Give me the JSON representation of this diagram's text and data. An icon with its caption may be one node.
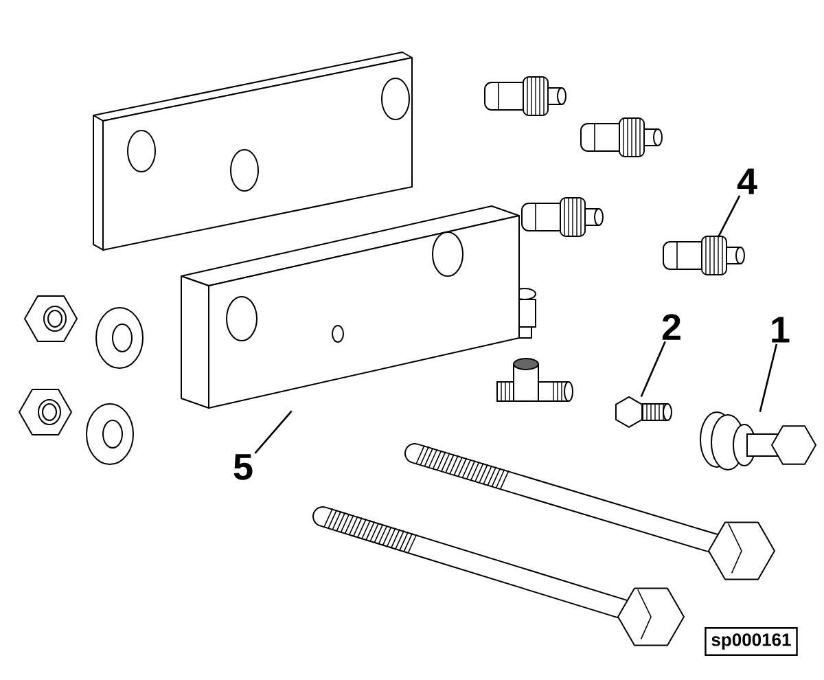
{
  "diagram": {
    "nodes": [
      {
        "text": [
          "4"
        ]
      },
      {
        "text": [],
        "shape": "picture"
      },
      {
        "text": [
          "2"
        ]
      },
      {
        "text": [],
        "shape": "picture"
      },
      {
        "text": [
          "1"
        ]
      },
      {
        "text": [],
        "shape": "picture"
      },
      {
        "text": [
          "5"
        ]
      },
      {
        "text": [],
        "shape": "picture"
      }
    ],
    "edges": [
      {
        "from": 0,
        "to": 1,
        "arrow": "none"
      },
      {
        "from": 2,
        "to": 3,
        "arrow": "none"
      },
      {
        "from": 4,
        "to": 5,
        "arrow": "none"
      },
      {
        "from": 6,
        "to": 7,
        "arrow": "none"
      }
    ],
    "labels": [
      "sp000161"
    ]
  }
}
